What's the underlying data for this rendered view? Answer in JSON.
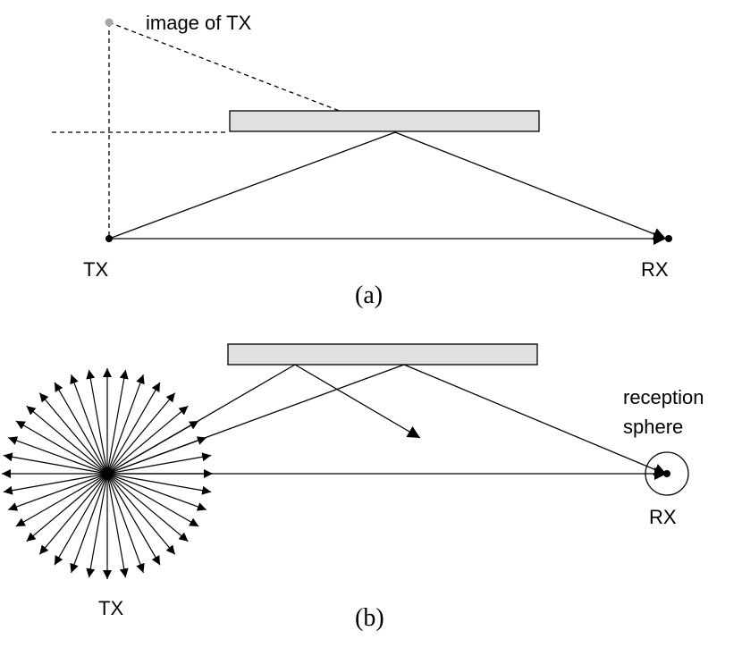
{
  "colors": {
    "stroke": "#000000",
    "wall_fill": "#e0e0e0",
    "image_point": "#a8a8a8"
  },
  "panel_a": {
    "image_label": "image of TX",
    "tx_label": "TX",
    "rx_label": "RX",
    "caption": "(a)"
  },
  "panel_b": {
    "reception_label_line1": "reception",
    "reception_label_line2": "sphere",
    "tx_label": "TX",
    "rx_label": "RX",
    "caption": "(b)",
    "ray_count": 36
  }
}
